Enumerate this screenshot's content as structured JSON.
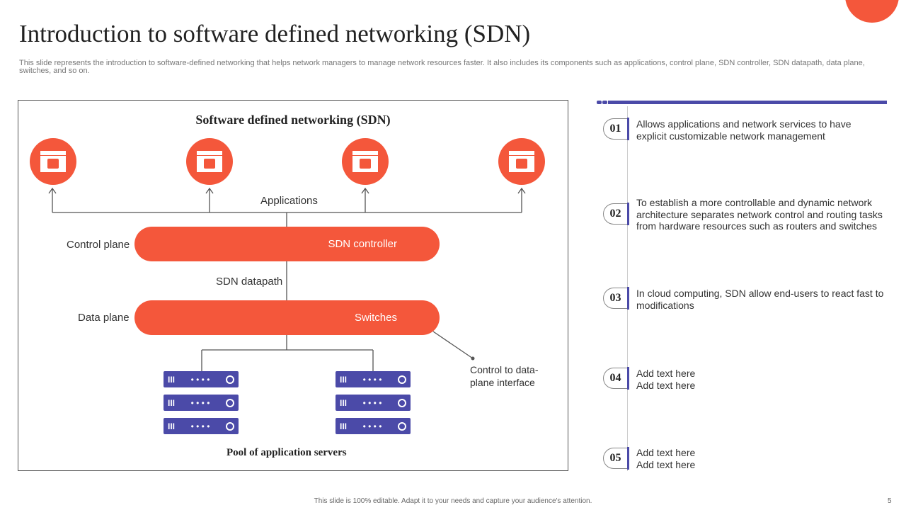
{
  "title": "Introduction to software defined networking (SDN)",
  "description": "This slide represents the introduction to software-defined networking that helps network managers to manage network resources faster. It also includes its components such as applications, control plane, SDN controller, SDN datapath, data plane, switches, and so on.",
  "diagram": {
    "title": "Software defined networking (SDN)",
    "applications_label": "Applications",
    "control_plane_label": "Control plane",
    "sdn_controller": "SDN controller",
    "datapath_label": "SDN datapath",
    "data_plane_label": "Data plane",
    "switches": "Switches",
    "interface_label": "Control to data-plane interface",
    "servers_label": "Pool of application  servers",
    "colors": {
      "accent": "#f4573b",
      "server": "#4b4aa8"
    }
  },
  "items": [
    {
      "num": "01",
      "text": "Allows applications and network services to have explicit customizable network management"
    },
    {
      "num": "02",
      "text": "To establish a more controllable and dynamic network architecture separates network control and routing tasks from hardware resources such as routers and switches"
    },
    {
      "num": "03",
      "text": "In cloud computing, SDN allow end-users to react fast to modifications"
    },
    {
      "num": "04",
      "text": "Add text here Add text here"
    },
    {
      "num": "05",
      "text": "Add text here Add text here"
    }
  ],
  "footer": "This slide is 100% editable. Adapt it to your needs and capture your audience's attention.",
  "page_number": "5"
}
